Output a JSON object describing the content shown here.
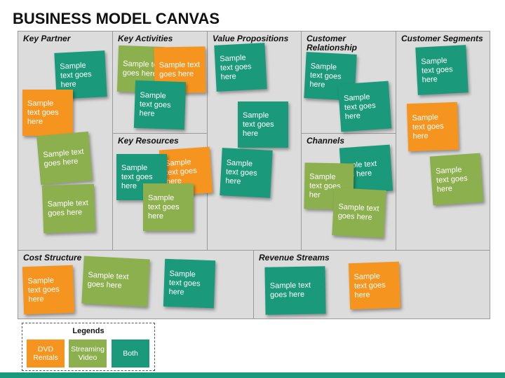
{
  "title": "BUSINESS MODEL CANVAS",
  "blocks": {
    "key_partner": "Key Partner",
    "key_activities": "Key Activities",
    "key_resources": "Key Resources",
    "value_propositions": "Value Propositions",
    "customer_relationship": "Customer Relationship",
    "channels": "Channels",
    "customer_segments": "Customer Segments",
    "cost_structure": "Cost Structure",
    "revenue_streams": "Revenue Streams"
  },
  "notes": [
    {
      "text": "Sample text goes here",
      "type": "teal"
    },
    {
      "text": "Sample text goes here",
      "type": "orange"
    },
    {
      "text": "Sample text goes here",
      "type": "green"
    },
    {
      "text": "Sample text goes here",
      "type": "green"
    },
    {
      "text": "Sample te goes here",
      "type": "green"
    },
    {
      "text": "Sample text goes here",
      "type": "orange"
    },
    {
      "text": "Sample text goes here",
      "type": "teal"
    },
    {
      "text": "Sample text goes here",
      "type": "orange"
    },
    {
      "text": "Sample text goes here",
      "type": "teal"
    },
    {
      "text": "Sample text goes here",
      "type": "green"
    },
    {
      "text": "Sample text goes here",
      "type": "teal"
    },
    {
      "text": "Sample text goes here",
      "type": "teal"
    },
    {
      "text": "Sample text goes here",
      "type": "teal"
    },
    {
      "text": "Sample text goes here",
      "type": "teal"
    },
    {
      "text": "Sample text goes here",
      "type": "teal"
    },
    {
      "text": "mple text es here",
      "type": "teal"
    },
    {
      "text": "Sample text goes her",
      "type": "green"
    },
    {
      "text": "Sample text goes here",
      "type": "green"
    },
    {
      "text": "Sample text goes here",
      "type": "teal"
    },
    {
      "text": "Sample text goes here",
      "type": "orange"
    },
    {
      "text": "Sample text goes here",
      "type": "green"
    },
    {
      "text": "Sample text goes here",
      "type": "orange"
    },
    {
      "text": "Sample text goes here",
      "type": "green"
    },
    {
      "text": "Sample text goes here",
      "type": "teal"
    },
    {
      "text": "Sample text goes here",
      "type": "teal"
    },
    {
      "text": "Sample text goes here",
      "type": "orange"
    }
  ],
  "legend": {
    "title": "Legends",
    "items": [
      {
        "label": "DVD Rentals",
        "type": "orange"
      },
      {
        "label": "Streaming Video",
        "type": "green"
      },
      {
        "label": "Both",
        "type": "teal"
      }
    ]
  },
  "colors": {
    "orange": "#f5951f",
    "green": "#8db04f",
    "teal": "#1a9a7a",
    "accent_bar": "#1a9a7a"
  }
}
